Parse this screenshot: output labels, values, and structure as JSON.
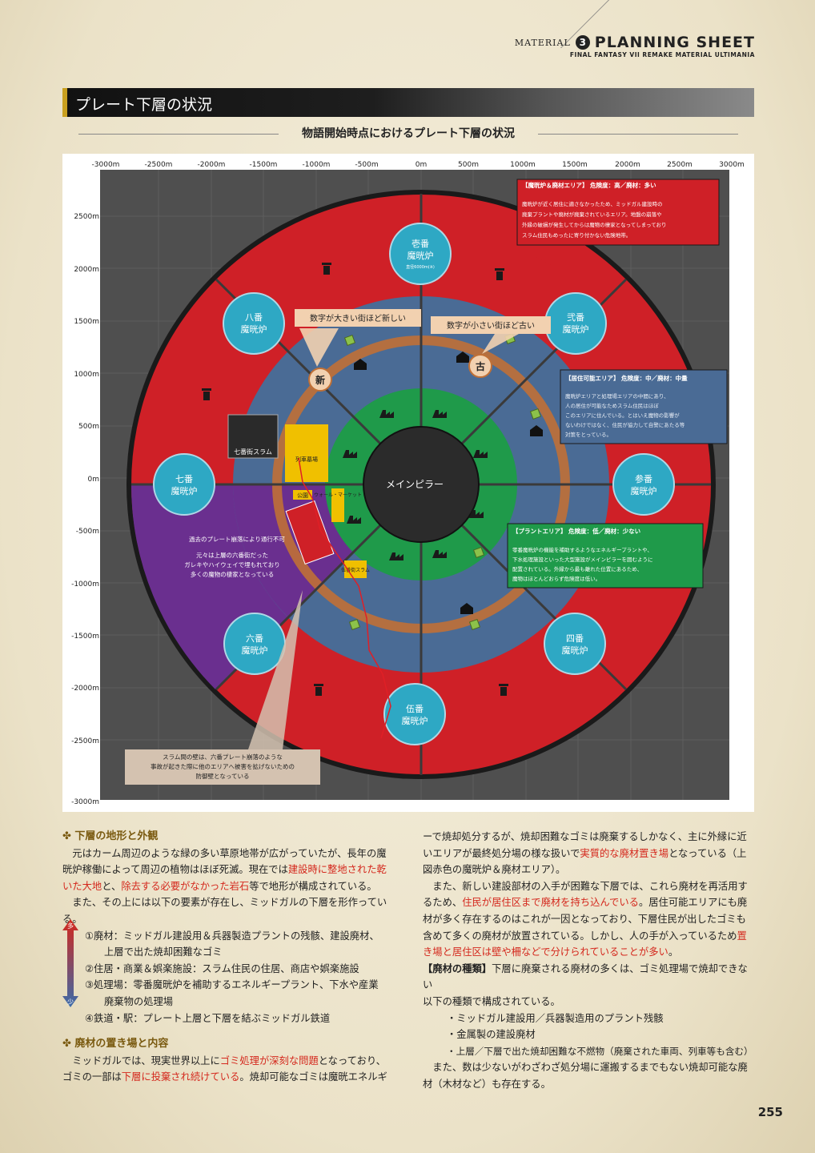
{
  "header": {
    "material_label": "MATERIAL",
    "material_num": "3",
    "title": "PLANNING SHEET",
    "subtitle": "FINAL FANTASY VII REMAKE MATERIAL ULTIMANIA"
  },
  "section_title": "プレート下層の状況",
  "diagram_title": "物語開始時点におけるプレート下層の状況",
  "diagram": {
    "x_ticks": [
      "-3000m",
      "-2500m",
      "-2000m",
      "-1500m",
      "-1000m",
      "-500m",
      "0m",
      "500m",
      "1000m",
      "1500m",
      "2000m",
      "2500m",
      "3000m"
    ],
    "y_ticks": [
      "2500m",
      "2000m",
      "1500m",
      "1000m",
      "500m",
      "0m",
      "-500m",
      "-1000m",
      "-1500m",
      "-2000m",
      "-2500m",
      "-3000m"
    ],
    "center": "メインピラー",
    "reactors": {
      "r1_a": "壱番",
      "r1_b": "魔晄炉",
      "r1_c": "直径6000m(※)",
      "r2_a": "弐番",
      "r2_b": "魔晄炉",
      "r3_a": "参番",
      "r3_b": "魔晄炉",
      "r4_a": "四番",
      "r4_b": "魔晄炉",
      "r5_a": "伍番",
      "r5_b": "魔晄炉",
      "r6_a": "六番",
      "r6_b": "魔晄炉",
      "r7_a": "七番",
      "r7_b": "魔晄炉",
      "r8_a": "八番",
      "r8_b": "魔晄炉"
    },
    "new_label": "新",
    "old_label": "古",
    "callout_new": "数字が大きい街ほど新しい",
    "callout_old": "数字が小さい街ほど古い",
    "area_red_title": "【魔晄炉＆廃材エリア】 危険度：高／廃材：多い",
    "area_red_l1": "魔晄炉が近く居住に適さなかったため、ミッドガル建設時の",
    "area_red_l2": "廃棄プラントや廃材が廃棄されているエリア。地盤の崩落や",
    "area_red_l3": "外縁の破損が発生してからは魔物の棲家となってしまっており",
    "area_red_l4": "スラム住民もめったに寄り付かない危険地帯。",
    "area_blue_title": "【居住可能エリア】 危険度：中／廃材：中量",
    "area_blue_l1": "魔晄炉エリアと処理場エリアの中間にあり、",
    "area_blue_l2": "人の居住が可能なためスラム住民はほぼ",
    "area_blue_l3": "このエリアに住んでいる。とはいえ魔物の影響が",
    "area_blue_l4": "ないわけではなく、住民が協力して自警にあたる等",
    "area_blue_l5": "対策をとっている。",
    "area_green_title": "【プラントエリア】 危険度：低／廃材：少ない",
    "area_green_l1": "零番魔晄炉の機能を補助するようなエネルギープラントや、",
    "area_green_l2": "下水処理施設といった大型施設がメインピラーを囲むように",
    "area_green_l3": "配置されている。外縁から最も離れた位置にあるため、",
    "area_green_l4": "魔物はほとんどおらず危険度は低い。",
    "purple_l1": "過去のプレート崩落により通行不可",
    "purple_l2": "元々は上層の六番街だった",
    "purple_l3": "ガレキやハイウェイで埋もれており",
    "purple_l4": "多くの魔物の棲家となっている",
    "wall_l1": "スラム間の壁は、六番プレート崩落のような",
    "wall_l2": "事故が起きた際に他のエリアへ被害を拡げないための",
    "wall_l3": "防御壁となっている",
    "slum7": "七番街スラム",
    "train_graveyard": "列車墓場",
    "park": "公園",
    "wall_market": "ウォール・マーケット",
    "slum5": "伍番街スラム",
    "colors": {
      "gray": "#4f4f4f",
      "red": "#cf2027",
      "blue": "#4a6b95",
      "green": "#1f9a4a",
      "teal": "#2ea8c4",
      "purple": "#6a2f8f",
      "orange": "#c07036",
      "yellow": "#f0c000"
    }
  },
  "left_col": {
    "h1": "下層の地形と外観",
    "p1a": "　元はカーム周辺のような緑の多い草原地帯が広がっていたが、長年の魔",
    "p1b": "晄炉稼働によって周辺の植物はほぼ死滅。現在では",
    "p1c_red": "建設時に整地された乾",
    "p1d_red": "いた大地",
    "p1e": "と、",
    "p1f_red": "除去する必要がなかった岩石",
    "p1g": "等で地形が構成されている。",
    "p2": "　また、その上には以下の要素が存在し、ミッドガルの下層を形作っている。",
    "li1a": "①廃材：ミッドガル建設用＆兵器製造プラントの残骸、建設廃材、",
    "li1b": "上層で出た焼却困難なゴミ",
    "li2": "②住居・商業＆娯楽施設：スラム住民の住居、商店や娯楽施設",
    "li3a": "③処理場：零番魔晄炉を補助するエネルギープラント、下水や産業",
    "li3b": "廃棄物の処理場",
    "li4": "④鉄道・駅：プレート上層と下層を結ぶミッドガル鉄道",
    "arrow_top": "多",
    "arrow_bottom": "少",
    "h2": "廃材の置き場と内容",
    "p3a": "　ミッドガルでは、現実世界以上に",
    "p3b_red": "ゴミ処理が深刻な問題",
    "p3c": "となっており、",
    "p3d": "ゴミの一部は",
    "p3e_red": "下層に投棄され続けている",
    "p3f": "。焼却可能なゴミは魔晄エネルギ"
  },
  "right_col": {
    "r1": "ーで焼却処分するが、焼却困難なゴミは廃棄するしかなく、主に外縁に近",
    "r2a": "いエリアが最終処分場の様な扱いで",
    "r2b_red": "実質的な廃材置き場",
    "r2c": "となっている（上",
    "r3": "図赤色の魔晄炉＆廃材エリア）。",
    "r4": "　また、新しい建設部材の入手が困難な下層では、これら廃材を再活用す",
    "r5a": "るため、",
    "r5b_red": "住民が居住区まで廃材を持ち込んでいる",
    "r5c": "。居住可能エリアにも廃",
    "r6": "材が多く存在するのはこれが一因となっており、下層住民が出したゴミも",
    "r7a": "含めて多くの廃材が放置されている。しかし、人の手が入っているため",
    "r7b_red": "置",
    "r8_red": "き場と居住区は壁や柵などで分けられていることが多い",
    "r8b": "。",
    "r9a": "【廃材の種類】",
    "r9b": "下層に廃棄される廃材の多くは、ゴミ処理場で焼却できない",
    "r10": "以下の種類で構成されている。",
    "b1": "・ミッドガル建設用／兵器製造用のプラント残骸",
    "b2": "・金属製の建設廃材",
    "b3": "・上層／下層で出た焼却困難な不燃物（廃棄された車両、列車等も含む）",
    "r11": "　また、数は少ないがわざわざ処分場に運搬するまでもない焼却可能な廃",
    "r12": "材（木材など）も存在する。"
  },
  "page_number": "255"
}
